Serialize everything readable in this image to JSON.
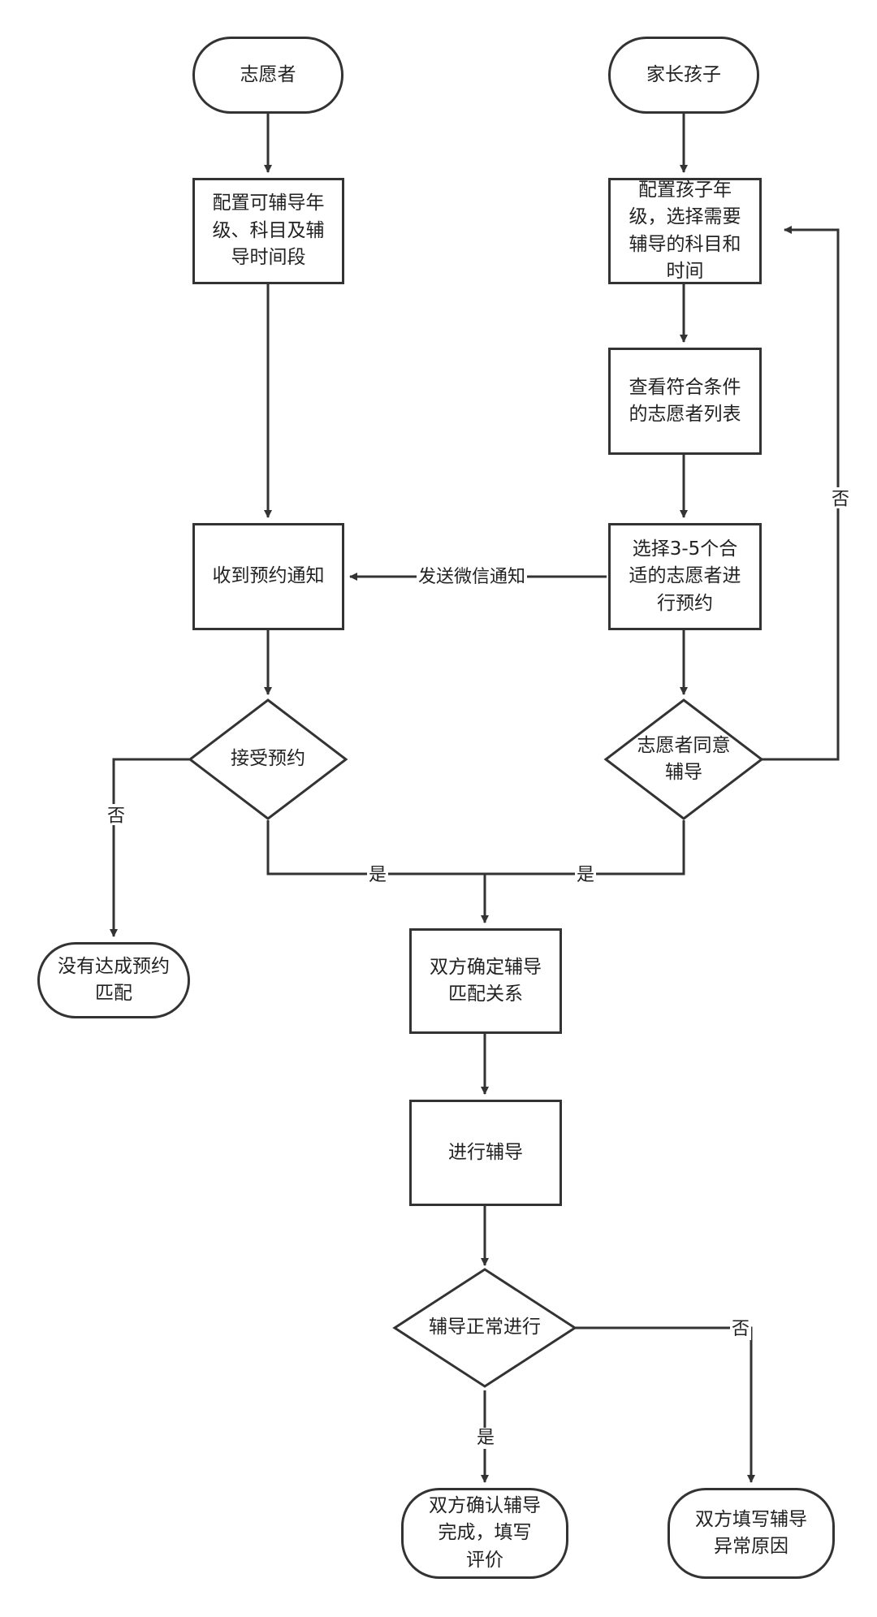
{
  "nodes": {
    "start_volunteer": {
      "label": "志愿者"
    },
    "start_parent": {
      "label": "家长孩子"
    },
    "config_volunteer": {
      "label": "配置可辅导年\n级、科目及辅\n导时间段"
    },
    "config_parent": {
      "label": "配置孩子年\n级，选择需要\n辅导的科目和\n时间"
    },
    "view_list": {
      "label": "查看符合条件\n的志愿者列表"
    },
    "receive_notice": {
      "label": "收到预约通知"
    },
    "select_volunteers": {
      "label": "选择3-5个合\n适的志愿者进\n行预约"
    },
    "accept_booking": {
      "label": "接受预约"
    },
    "volunteer_agree": {
      "label": "志愿者同意\n辅导"
    },
    "no_match": {
      "label": "没有达成预约\n匹配"
    },
    "confirm_match": {
      "label": "双方确定辅导\n匹配关系"
    },
    "do_tutoring": {
      "label": "进行辅导"
    },
    "tutoring_normal": {
      "label": "辅导正常进行"
    },
    "confirm_done": {
      "label": "双方确认辅导\n完成，填写\n评价"
    },
    "report_issue": {
      "label": "双方填写辅导\n异常原因"
    }
  },
  "edge_labels": {
    "send_wechat": "发送微信通知",
    "agree_no": "否",
    "accept_no": "否",
    "accept_yes": "是",
    "agree_yes": "是",
    "normal_yes": "是",
    "normal_no": "否"
  },
  "colors": {
    "stroke": "#333333",
    "text": "#222222",
    "background": "#ffffff"
  }
}
